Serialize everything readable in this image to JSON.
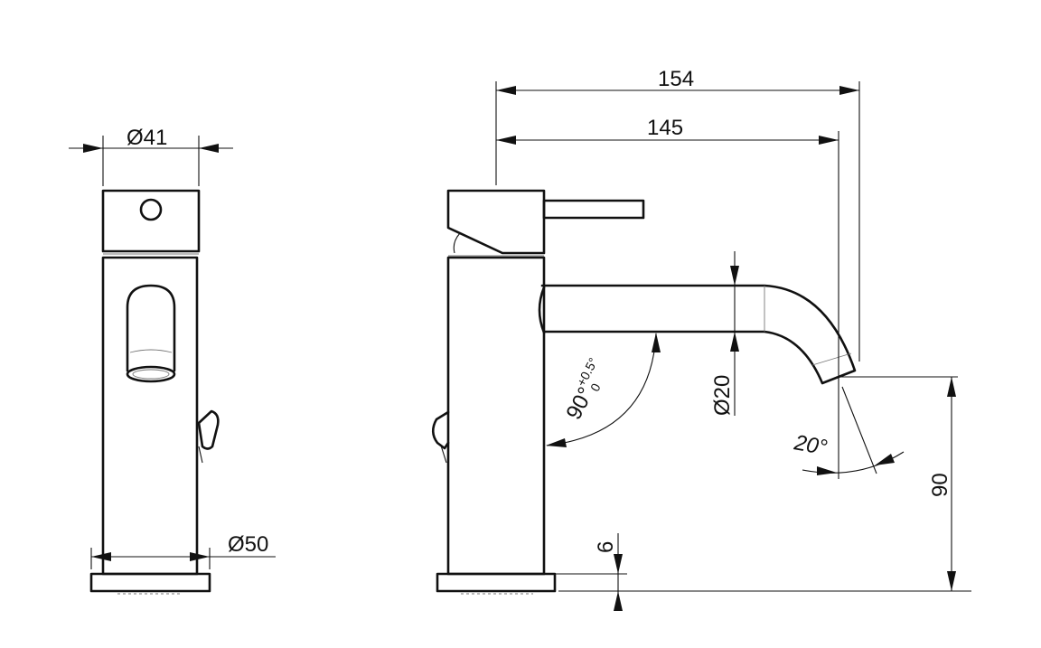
{
  "drawing": {
    "front_view": {
      "top_diameter": "Ø41",
      "base_diameter": "Ø50"
    },
    "side_view": {
      "overall_reach": "154",
      "spout_reach": "145",
      "spout_diameter": "Ø20",
      "spout_angle": "90°",
      "spout_angle_tol_upper": "+0.5°",
      "spout_angle_tol_lower": "0",
      "outlet_angle": "20°",
      "outlet_height": "90",
      "base_height": "6"
    }
  },
  "colors": {
    "line": "#111111",
    "background": "#ffffff"
  }
}
